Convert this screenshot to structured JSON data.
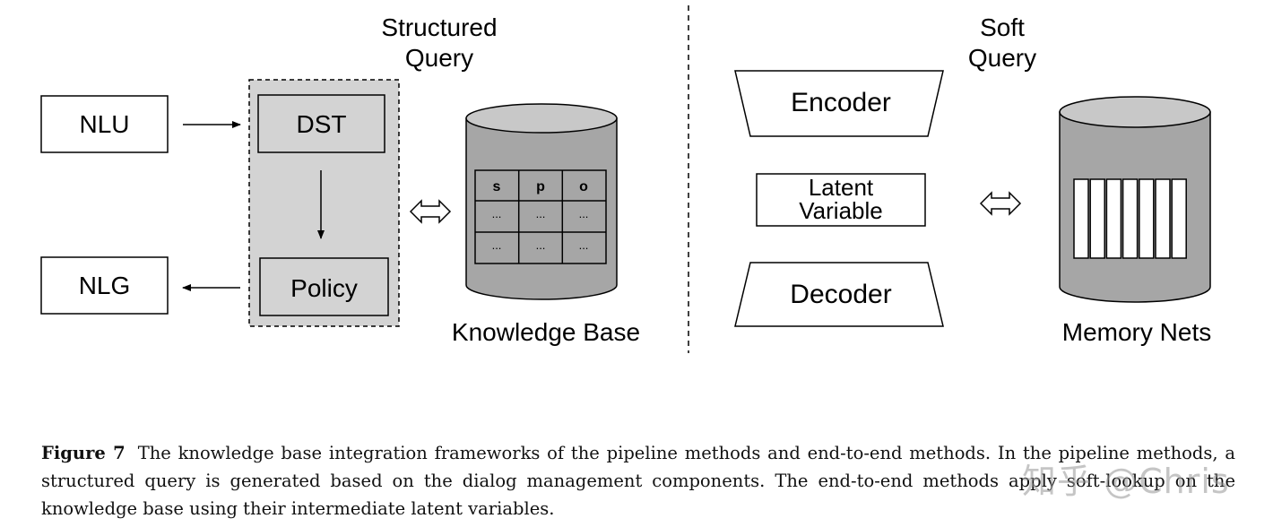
{
  "left": {
    "heading_line1": "Structured",
    "heading_line2": "Query",
    "nlu": "NLU",
    "nlg": "NLG",
    "dst": "DST",
    "policy": "Policy",
    "kb_table": {
      "headers": [
        "s",
        "p",
        "o"
      ],
      "rows": [
        [
          "...",
          "...",
          "..."
        ],
        [
          "...",
          "...",
          "..."
        ]
      ]
    },
    "kb_label": "Knowledge Base"
  },
  "right": {
    "heading_line1": "Soft",
    "heading_line2": "Query",
    "encoder": "Encoder",
    "latent_line1": "Latent",
    "latent_line2": "Variable",
    "decoder": "Decoder",
    "memory_label": "Memory Nets",
    "memory_slots": 7
  },
  "caption": {
    "label": "Figure 7",
    "text": "The knowledge base integration frameworks of the pipeline methods and end-to-end methods. In the pipeline methods, a structured query is generated based on the dialog management components. The end-to-end methods apply soft-lookup on the knowledge base using their intermediate latent variables."
  },
  "watermark": "知乎 @Chris",
  "colors": {
    "panel_gray": "#d3d3d3",
    "cylinder_body": "#a6a6a6",
    "cylinder_top": "#c8c8c8",
    "line": "#000000"
  }
}
